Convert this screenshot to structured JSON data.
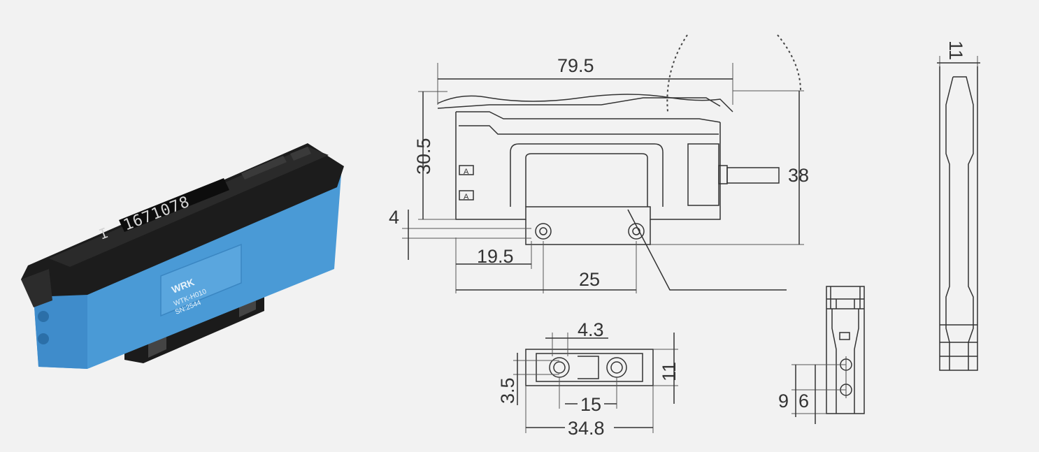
{
  "product": {
    "display_value": "1671078",
    "display_prefix": "I",
    "logo_text": "WRK",
    "model_label": "WTK-H010",
    "serial_label": "SN:2544",
    "body_color": "#4a9ad6",
    "cover_color": "#1c1c1c"
  },
  "front_view": {
    "width": "79.5",
    "height": "30.5",
    "overall_height": "38",
    "mount_offset": "4",
    "hole_offset": "19.5",
    "hole_spacing": "25",
    "indicator_1": "A",
    "indicator_2": "A"
  },
  "bracket_view": {
    "hole_diameter": "4.3",
    "hole_offset": "3.5",
    "height": "11",
    "hole_spacing": "15",
    "length": "34.8"
  },
  "end_view": {
    "dim_1": "9",
    "dim_2": "6"
  },
  "side_view": {
    "width": "11"
  }
}
